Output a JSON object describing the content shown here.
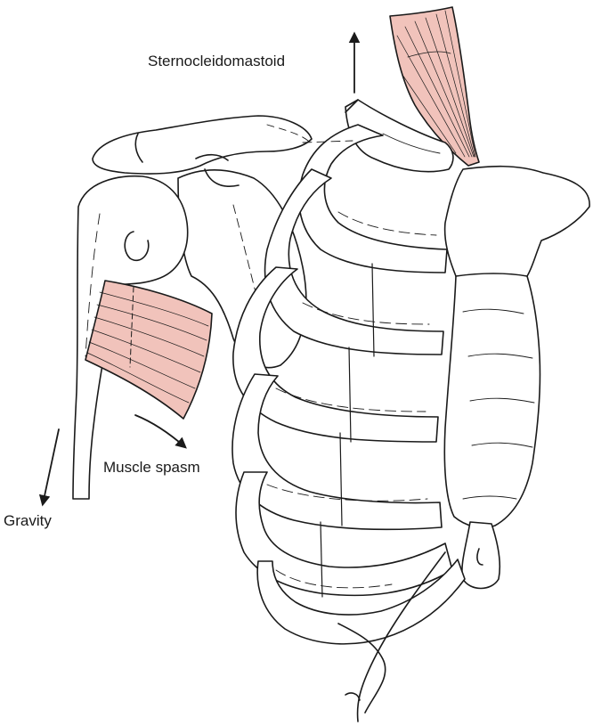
{
  "labels": {
    "sternocleidomastoid": "Sternocleidomastoid",
    "muscle_spasm": "Muscle spasm",
    "gravity": "Gravity"
  },
  "colors": {
    "muscle_fill": "#f1c3bb",
    "outline": "#1a1a1a",
    "background": "#ffffff"
  }
}
